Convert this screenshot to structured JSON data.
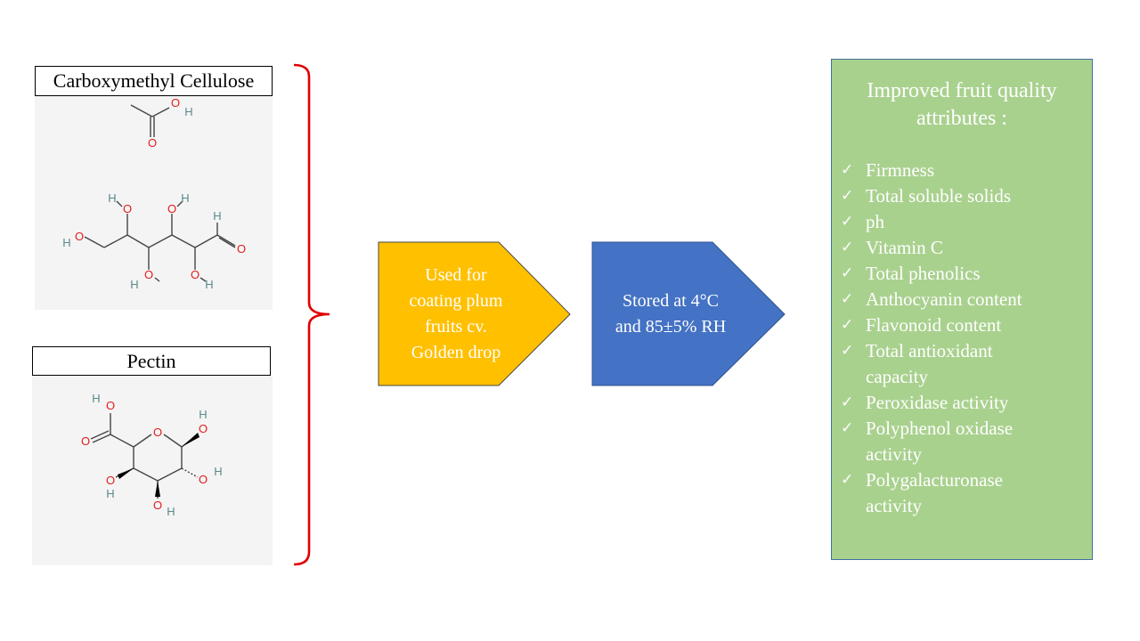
{
  "inputs": {
    "cmc_label": "Carboxymethyl Cellulose",
    "pectin_label": "Pectin"
  },
  "process": {
    "coating_text": "Used for coating plum fruits cv. Golden drop",
    "coating_lines": [
      "Used for",
      "coating plum",
      "fruits cv.",
      "Golden drop"
    ],
    "storage_text": "Stored at 4°C and 85±5% RH",
    "storage_lines": [
      "Stored at 4°C",
      "and 85±5% RH"
    ]
  },
  "result": {
    "title_lines": [
      "Improved fruit quality",
      "attributes :"
    ],
    "items": [
      "Firmness",
      "Total soluble solids",
      "ph",
      "Vitamin C",
      "Total phenolics",
      "Anthocyanin content",
      "Flavonoid content",
      "Total antioxidant capacity",
      "Peroxidase activity",
      "Polyphenol oxidase activity",
      "Polygalacturonase activity"
    ]
  },
  "colors": {
    "coating_arrow": "#ffc000",
    "storage_arrow": "#4472c4",
    "result_box": "#a9d18e",
    "bracket": "#e00000",
    "oxygen": "#e31b1b",
    "hydrogen": "#5a8a8a"
  },
  "icons": {
    "bracket": "right-curly-brace-icon",
    "check": "check-mark-icon"
  }
}
